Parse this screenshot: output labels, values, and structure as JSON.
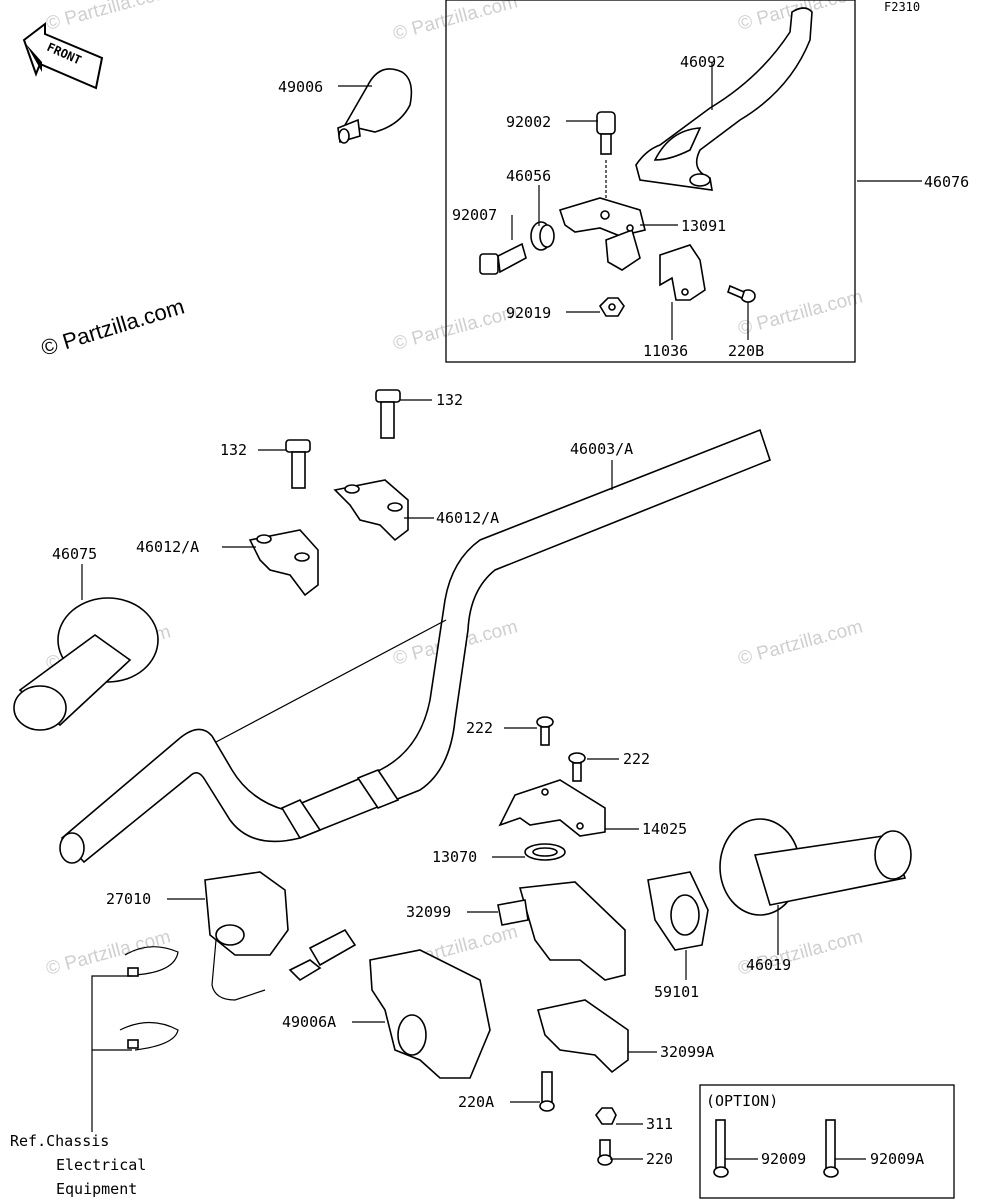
{
  "diagram_code": "F2310",
  "front_arrow_label": "FRONT",
  "copyright_main": "© Partzilla.com",
  "watermark": "© Partzilla.com",
  "icons": {
    "front_arrow": "front-direction-arrow-icon"
  },
  "labels": {
    "p49006": "49006",
    "p46092": "46092",
    "p92002": "92002",
    "p46076": "46076",
    "p46056": "46056",
    "p92007": "92007",
    "p13091": "13091",
    "p92019": "92019",
    "p11036": "11036",
    "p220B": "220B",
    "p132a": "132",
    "p132b": "132",
    "p46003A": "46003/A",
    "p46012Aa": "46012/A",
    "p46012Ab": "46012/A",
    "p46075": "46075",
    "p222a": "222",
    "p222b": "222",
    "p14025": "14025",
    "p13070": "13070",
    "p27010": "27010",
    "p32099": "32099",
    "p49006A": "49006A",
    "p59101": "59101",
    "p46019": "46019",
    "p32099A": "32099A",
    "p220A": "220A",
    "p311": "311",
    "p220": "220",
    "p92009": "92009",
    "p92009A": "92009A",
    "option": "(OPTION)",
    "ref_line1": "Ref.Chassis",
    "ref_line2": "Electrical",
    "ref_line3": "Equipment"
  }
}
